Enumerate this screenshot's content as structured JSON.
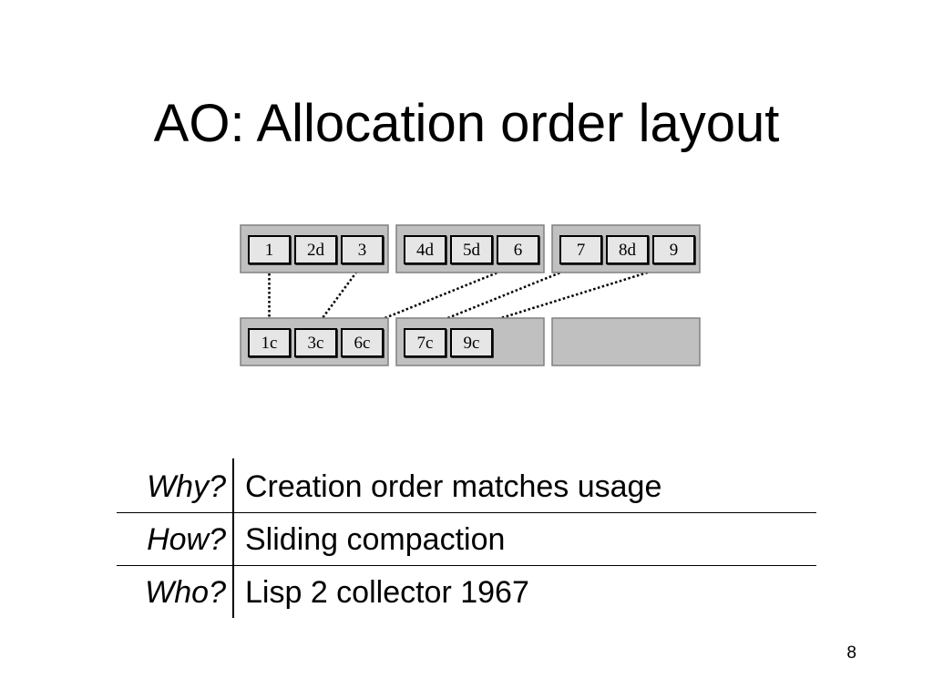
{
  "slide": {
    "title": "AO: Allocation order layout",
    "page_number": "8"
  },
  "diagram": {
    "from_space": [
      {
        "cells": [
          {
            "label": "1"
          },
          {
            "label": "2d"
          },
          {
            "label": "3"
          }
        ]
      },
      {
        "cells": [
          {
            "label": "4d"
          },
          {
            "label": "5d"
          },
          {
            "label": "6"
          }
        ]
      },
      {
        "cells": [
          {
            "label": "7"
          },
          {
            "label": "8d"
          },
          {
            "label": "9"
          }
        ]
      }
    ],
    "to_space": [
      {
        "cells": [
          {
            "label": "1c"
          },
          {
            "label": "3c"
          },
          {
            "label": "6c"
          }
        ]
      },
      {
        "cells": [
          {
            "label": "7c"
          },
          {
            "label": "9c"
          }
        ]
      },
      {
        "cells": []
      }
    ],
    "arrows": [
      {
        "from": "1",
        "to": "1c"
      },
      {
        "from": "3",
        "to": "3c"
      },
      {
        "from": "6",
        "to": "6c"
      },
      {
        "from": "7",
        "to": "7c"
      },
      {
        "from": "9",
        "to": "9c"
      }
    ],
    "colors": {
      "block_fill": "#c0c0c0",
      "cell_fill": "#e6e6e6",
      "arrow": "#000000"
    }
  },
  "qa": [
    {
      "question": "Why?",
      "answer": "Creation order matches usage"
    },
    {
      "question": "How?",
      "answer": "Sliding compaction"
    },
    {
      "question": "Who?",
      "answer": "Lisp 2 collector 1967"
    }
  ]
}
